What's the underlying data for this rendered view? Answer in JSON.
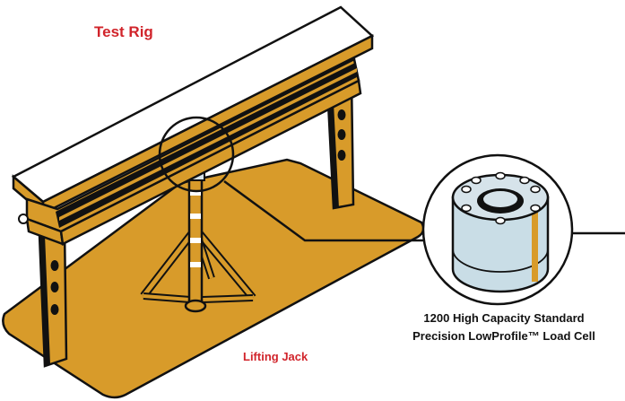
{
  "labels": {
    "test_rig": "Test Rig",
    "lifting_jack": "Lifting Jack",
    "load_cell_line1": "1200 High Capacity Standard",
    "load_cell_line2": "Precision LowProfile™ Load Cell"
  },
  "colors": {
    "label_red": "#d1242b",
    "steel_orange": "#d89b2a",
    "outline": "#111111",
    "beam_top": "#ffffff",
    "load_cell_body": "#c9dde6",
    "load_cell_top": "#d6e3ea"
  }
}
